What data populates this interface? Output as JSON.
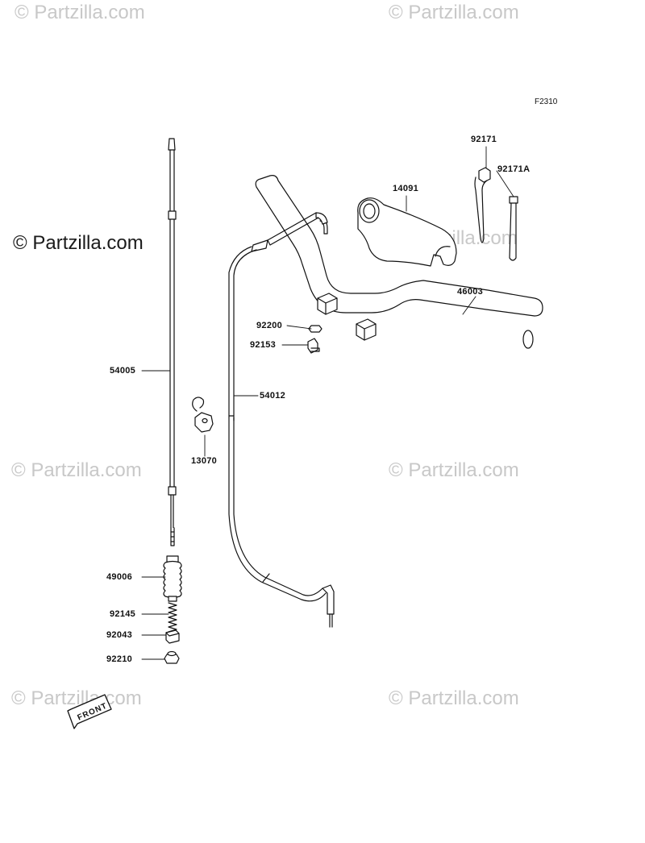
{
  "figure_code": "F2310",
  "front_label": "FRONT",
  "watermarks": {
    "brand": "© Partzilla.com"
  },
  "parts": {
    "p54005": "54005",
    "p54012": "54012",
    "p14091": "14091",
    "p92171": "92171",
    "p92171A": "92171A",
    "p46003": "46003",
    "p92200": "92200",
    "p92153": "92153",
    "p13070": "13070",
    "p49006": "49006",
    "p92145": "92145",
    "p92043": "92043",
    "p92210": "92210"
  },
  "colors": {
    "line": "#111111",
    "watermark": "#c8c8c8"
  }
}
